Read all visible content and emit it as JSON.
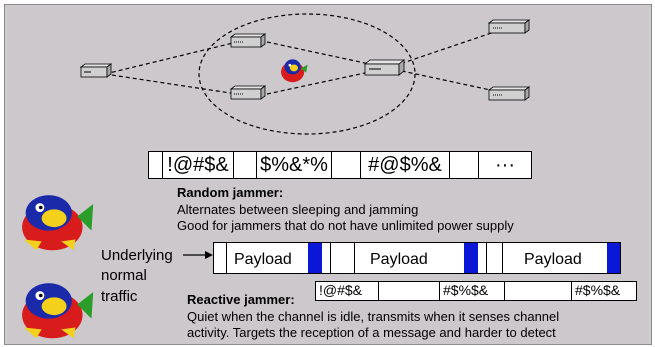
{
  "packet_row": [
    "!@#$&",
    "$%&*%",
    "#@$%&",
    "···"
  ],
  "random": {
    "title": "Random jammer:",
    "line1": "Alternates between sleeping and jamming",
    "line2": "Good for jammers that do not have unlimited power supply"
  },
  "underlying": {
    "line1": "Underlying",
    "line2": "normal",
    "line3": "traffic"
  },
  "payload_label": "Payload",
  "reactive": {
    "title": "Reactive jammer:",
    "bursts": [
      "!@#$&",
      "#$%$&",
      "#$%$&"
    ],
    "line1": "Quiet when the channel is idle, transmits when it senses channel",
    "line2": "activity. Targets the reception of a message and harder to detect"
  },
  "colors": {
    "background": "#cdc8cb",
    "payload_marker": "#0b17d6"
  }
}
